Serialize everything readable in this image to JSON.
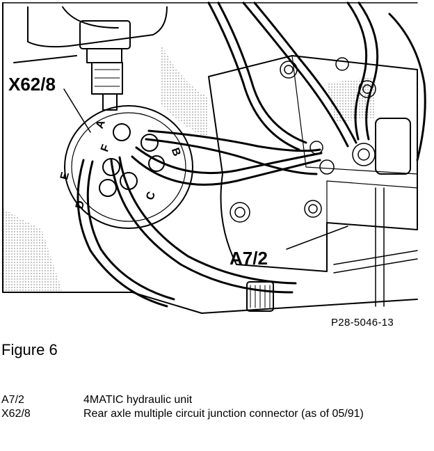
{
  "figure": {
    "title": "Figure 6",
    "drawing_code": "P28-5046-13"
  },
  "callouts": {
    "x62_8": "X62/8",
    "a7_2": "A7/2"
  },
  "pin_letters": [
    "A",
    "B",
    "C",
    "D",
    "E",
    "F"
  ],
  "legend": [
    {
      "code": "A7/2",
      "description": "4MATIC hydraulic unit"
    },
    {
      "code": "X62/8",
      "description": "Rear axle multiple circuit junction connector (as of 05/91)"
    }
  ]
}
